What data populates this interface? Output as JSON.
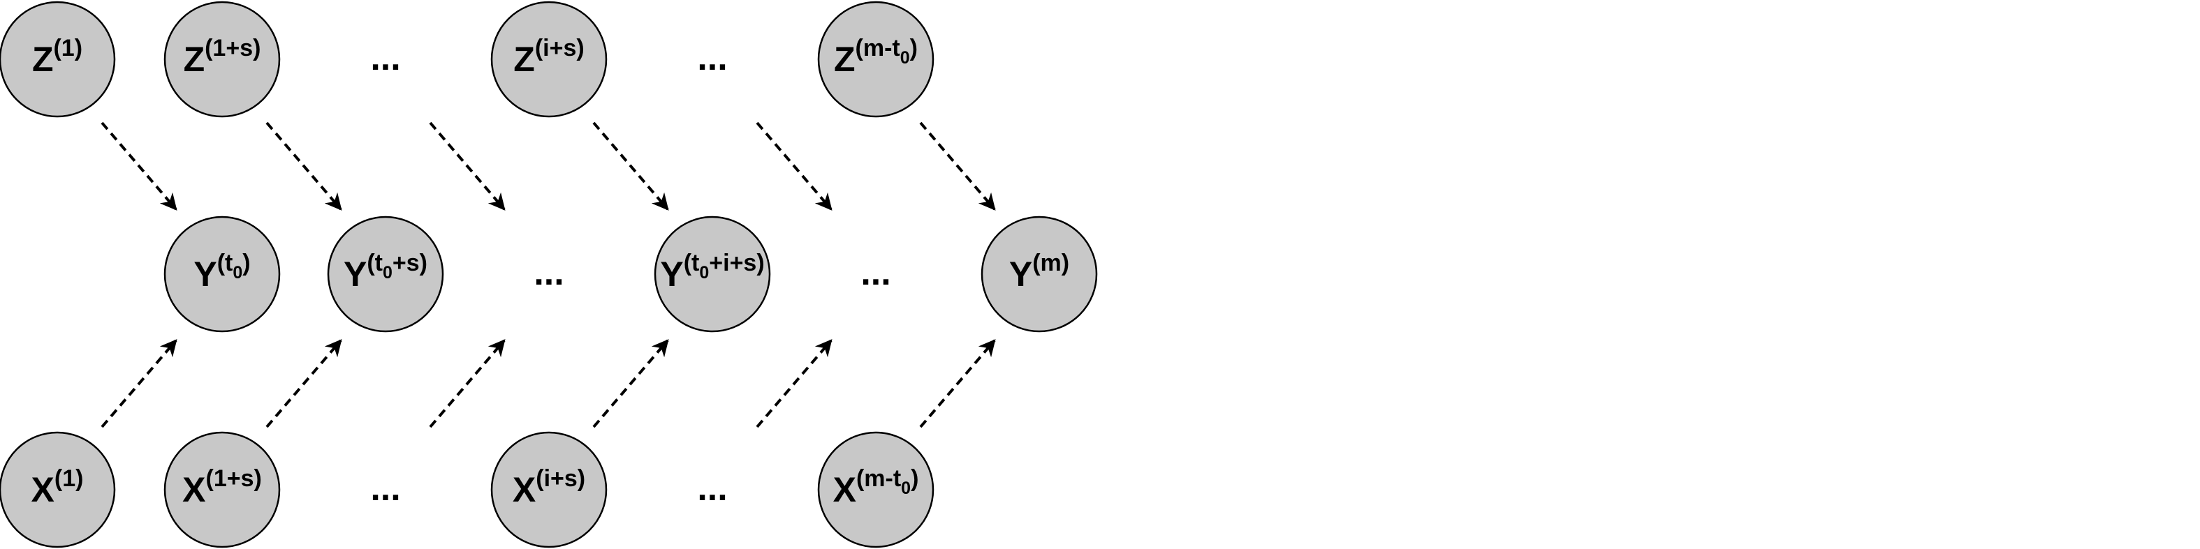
{
  "colors": {
    "node_fill": "#c8c8c8",
    "stroke": "#000000",
    "background": "#ffffff"
  },
  "nodes": {
    "z1": {
      "base": "Z",
      "sup": "(1)"
    },
    "z1s": {
      "base": "Z",
      "sup": "(1+s)"
    },
    "zis": {
      "base": "Z",
      "sup": "(i+s)"
    },
    "zmt0": {
      "base": "Z",
      "sup_pre": "(m-t",
      "sub": "0",
      "sup_post": ")"
    },
    "yt0": {
      "base": "Y",
      "sup_pre": "(t",
      "sub": "0",
      "sup_post": ")"
    },
    "yt0s": {
      "base": "Y",
      "sup_pre": "(t",
      "sub": "0",
      "sup_post": "+s)"
    },
    "yt0is": {
      "base": "Y",
      "sup_pre": "(t",
      "sub": "0",
      "sup_post": "+i+s)"
    },
    "ym": {
      "base": "Y",
      "sup": "(m)"
    },
    "x1": {
      "base": "X",
      "sup": "(1)"
    },
    "x1s": {
      "base": "X",
      "sup": "(1+s)"
    },
    "xis": {
      "base": "X",
      "sup": "(i+s)"
    },
    "xmt0": {
      "base": "X",
      "sup_pre": "(m-t",
      "sub": "0",
      "sup_post": ")"
    }
  },
  "ellipsis": "..."
}
